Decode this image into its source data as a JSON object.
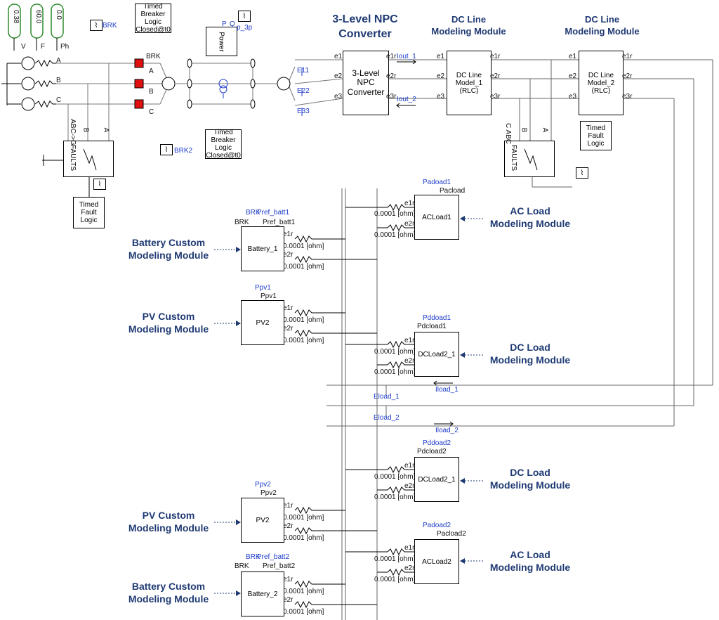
{
  "titles": {
    "npc": "3-Level NPC\nConverter",
    "dcline1": "DC Line\nModeling Module",
    "dcline2": "DC Line\nModeling Module",
    "ac_load_top": "AC Load\nModeling Module",
    "battery_top": "Battery Custom\nModeling Module",
    "pv_top": "PV Custom\nModeling Module",
    "dc_load_top": "DC Load\nModeling Module",
    "dc_load_bottom": "DC Load\nModeling Module",
    "pv_bottom": "PV Custom\nModeling Module",
    "ac_load_bottom": "AC Load\nModeling Module",
    "battery_bottom": "Battery Custom\nModeling Module"
  },
  "sources": {
    "v": "0.38",
    "f": "60.0",
    "ph": "0.0",
    "v_lbl": "V",
    "f_lbl": "F",
    "ph_lbl": "Ph"
  },
  "phases": [
    "A",
    "B",
    "C"
  ],
  "breaker": {
    "label": "BRK",
    "timed1": "Timed\nBreaker\nLogic\nClosed@t0",
    "timed2": "Timed\nBreaker\nLogic\nClosed@t0",
    "brk_sig": "BRK",
    "brk2_sig": "BRK2"
  },
  "power_meter": {
    "label": "Power",
    "p": "P",
    "q": "Q",
    "a": "A",
    "b": "B",
    "p_sig": "P",
    "q_sig": "Q",
    "p3p": "p_3p"
  },
  "faults": {
    "label": "FAULTS",
    "abc": "ABC->G",
    "timed": "Timed\nFault\nLogic",
    "a": "A",
    "b": "B",
    "c": "C"
  },
  "faults2": {
    "label": "FAULTS",
    "abc": "C  ABC",
    "timed": "Timed\nFault\nLogic",
    "a": "A",
    "b": "B"
  },
  "meters": {
    "e11": "E11",
    "e22": "E22",
    "e33": "E33"
  },
  "npc_block": {
    "label": "3-Level\nNPC\nConverter",
    "e1": "e1",
    "e2": "e2",
    "e3": "e3",
    "e1r": "e1r",
    "e2r": "e2r",
    "e3r": "e3r",
    "iout1": "Iout_1",
    "iout2": "Iout_2"
  },
  "dcline_block1": {
    "label": "DC Line\nModel_1\n(RLC)",
    "e1": "e1",
    "e2": "e2",
    "e3": "e3",
    "e1r": "e1r",
    "e2r": "e2r",
    "e3r": "e3r"
  },
  "dcline_block2": {
    "label": "DC Line\nModel_2\n(RLC)",
    "e1": "e1",
    "e2": "e2",
    "e3": "e3",
    "e1r": "e1r",
    "e2r": "e2r",
    "e3r": "e3r"
  },
  "resistor": "0.0001 [ohm]",
  "port": {
    "e1r": "e1r",
    "e2r": "e2r"
  },
  "acload1": {
    "label": "ACLoad1",
    "sig": "Padoad1",
    "in": "Pacload"
  },
  "battery1": {
    "label": "Battery_1",
    "sig1": "BRK",
    "sig2": "Pref_batt1",
    "in1": "BRK",
    "in2": "Pref_batt1"
  },
  "pv2a": {
    "label": "PV2",
    "sig": "Ppv1",
    "in": "Ppv1"
  },
  "dcload1": {
    "label": "DCLoad2_1",
    "sig": "Pddoad1",
    "in": "Pdcload1"
  },
  "bus": {
    "iload1": "Iload_1",
    "eload1": "Eload_1",
    "eload2": "Eload_2",
    "iload2": "Iload_2"
  },
  "dcload2": {
    "label": "DCLoad2_1",
    "sig": "Pddoad2",
    "in": "Pdcload2"
  },
  "pv2b": {
    "label": "PV2",
    "sig": "Ppv2",
    "in": "Ppv2"
  },
  "acload2": {
    "label": "ACLoad2",
    "sig": "Padoad2",
    "in": "Pacload2"
  },
  "battery2": {
    "label": "Battery_2",
    "sig1": "BRK",
    "sig2": "Pref_batt2",
    "in1": "BRK",
    "in2": "Pref_batt2"
  }
}
